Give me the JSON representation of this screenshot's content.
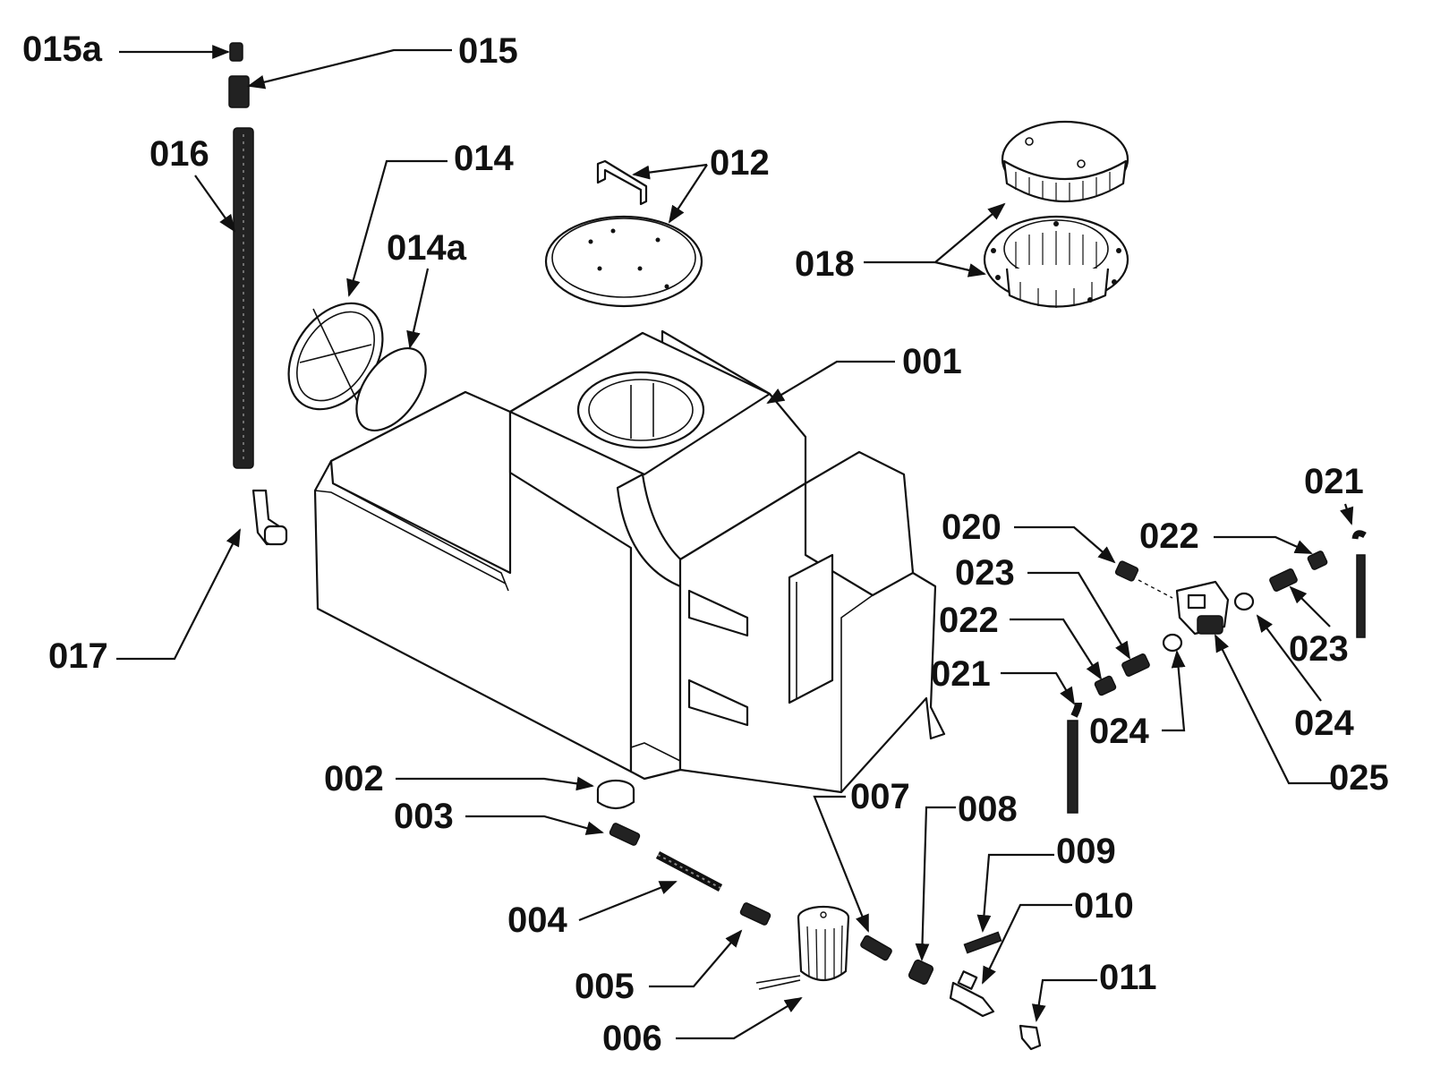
{
  "diagram": {
    "labels": {
      "p001": "001",
      "p002": "002",
      "p003": "003",
      "p004": "004",
      "p005": "005",
      "p006": "006",
      "p007": "007",
      "p008": "008",
      "p009": "009",
      "p010": "010",
      "p011": "011",
      "p012": "012",
      "p014": "014",
      "p014a": "014a",
      "p015": "015",
      "p015a": "015a",
      "p016": "016",
      "p017": "017",
      "p018": "018",
      "p020": "020",
      "p021_top": "021",
      "p021_mid": "021",
      "p022_top": "022",
      "p022_mid": "022",
      "p023_mid": "023",
      "p023_right": "023",
      "p024_mid": "024",
      "p024_right": "024",
      "p025": "025"
    }
  }
}
